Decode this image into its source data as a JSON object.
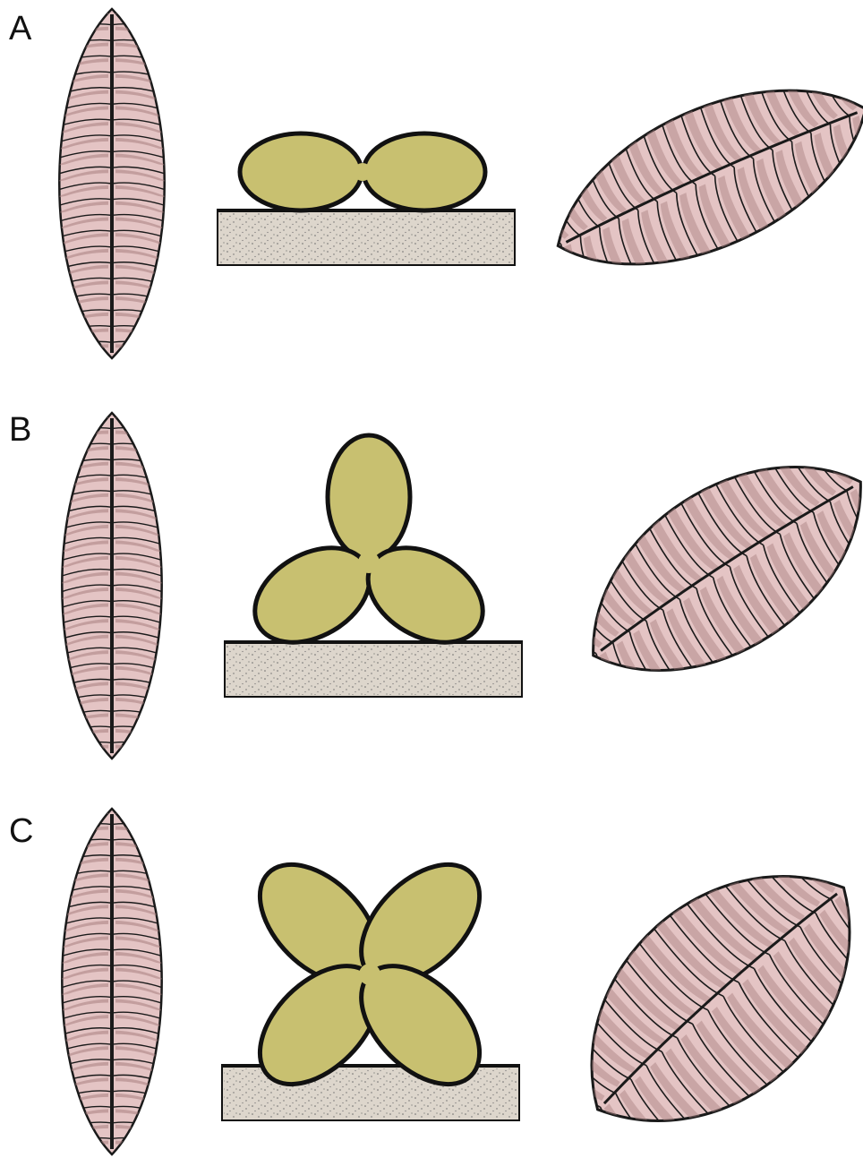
{
  "panels": [
    {
      "label": "A",
      "cross_section_lobes": 2,
      "view_top": "frond-top-view",
      "view_side": "frond-oblique-view"
    },
    {
      "label": "B",
      "cross_section_lobes": 3,
      "view_top": "frond-top-view",
      "view_side": "frond-oblique-view"
    },
    {
      "label": "C",
      "cross_section_lobes": 4,
      "view_top": "frond-top-view",
      "view_side": "frond-oblique-view"
    }
  ],
  "colors": {
    "background": "#ffffff",
    "frond_fill": "#e4c4c4",
    "frond_shade": "#a88080",
    "frond_stroke": "#1a1a1a",
    "lobe_fill": "#c8c070",
    "lobe_stroke": "#111111",
    "substrate_fill": "#ddd6cc",
    "substrate_dots": "#6a6a6a",
    "label": "#111111"
  }
}
